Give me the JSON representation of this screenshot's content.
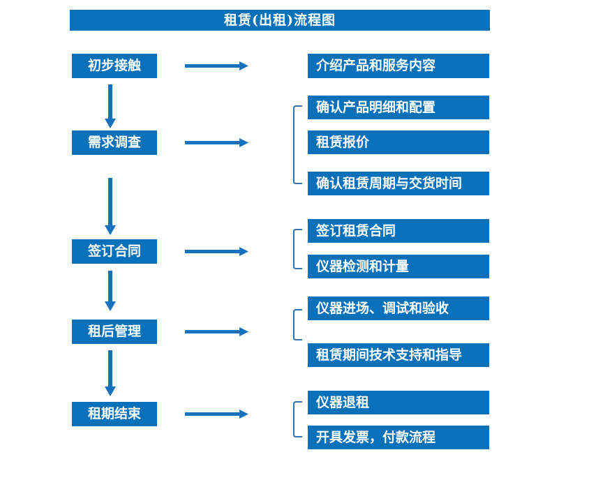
{
  "title": "租赁(出租)流程图",
  "colors": {
    "box_fill": "#0971b9",
    "arrow": "#1672be",
    "bracket": "#2e75b6",
    "text": "#ffffff",
    "background": "#ffffff"
  },
  "flow": {
    "steps": [
      {
        "label": "初步接触",
        "outputs": [
          "介绍产品和服务内容"
        ],
        "bracket": false
      },
      {
        "label": "需求调查",
        "outputs": [
          "确认产品明细和配置",
          "租赁报价",
          "确认租赁周期与交货时间"
        ],
        "bracket": true
      },
      {
        "label": "签订合同",
        "outputs": [
          "签订租赁合同",
          "仪器检测和计量"
        ],
        "bracket": true
      },
      {
        "label": "租后管理",
        "outputs": [
          "仪器进场、调试和验收",
          "租赁期间技术支持和指导"
        ],
        "bracket": true
      },
      {
        "label": "租期结束",
        "outputs": [
          "仪器退租",
          "开具发票，付款流程"
        ],
        "bracket": true
      }
    ]
  }
}
